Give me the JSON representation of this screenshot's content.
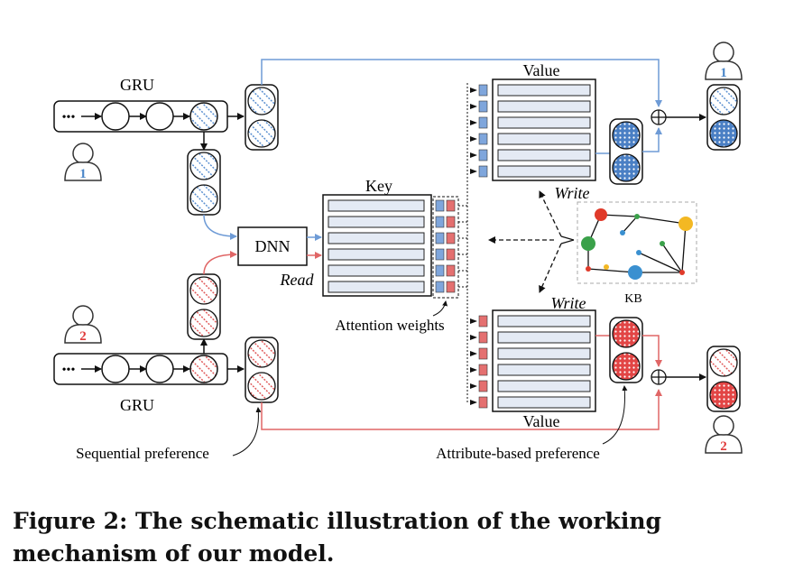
{
  "labels": {
    "gru_top": "GRU",
    "gru_bottom": "GRU",
    "dnn": "DNN",
    "read": "Read",
    "key": "Key",
    "value_top": "Value",
    "value_bottom": "Value",
    "write_top": "Write",
    "write_bottom": "Write",
    "kb": "KB",
    "attention_weights": "Attention weights",
    "sequential_preference": "Sequential preference",
    "attribute_preference": "Attribute-based preference",
    "dots": "•••",
    "plus": "⊕"
  },
  "users": {
    "user1": "1",
    "user2": "2"
  },
  "colors": {
    "blue": "#4a86c8",
    "red": "#e03a3a",
    "line_blue": "#6e9bd6",
    "line_red": "#e06666",
    "cell_fill": "#e4eaf4"
  },
  "caption": "Figure 2: The schematic illustration of the working mechanism of our model."
}
